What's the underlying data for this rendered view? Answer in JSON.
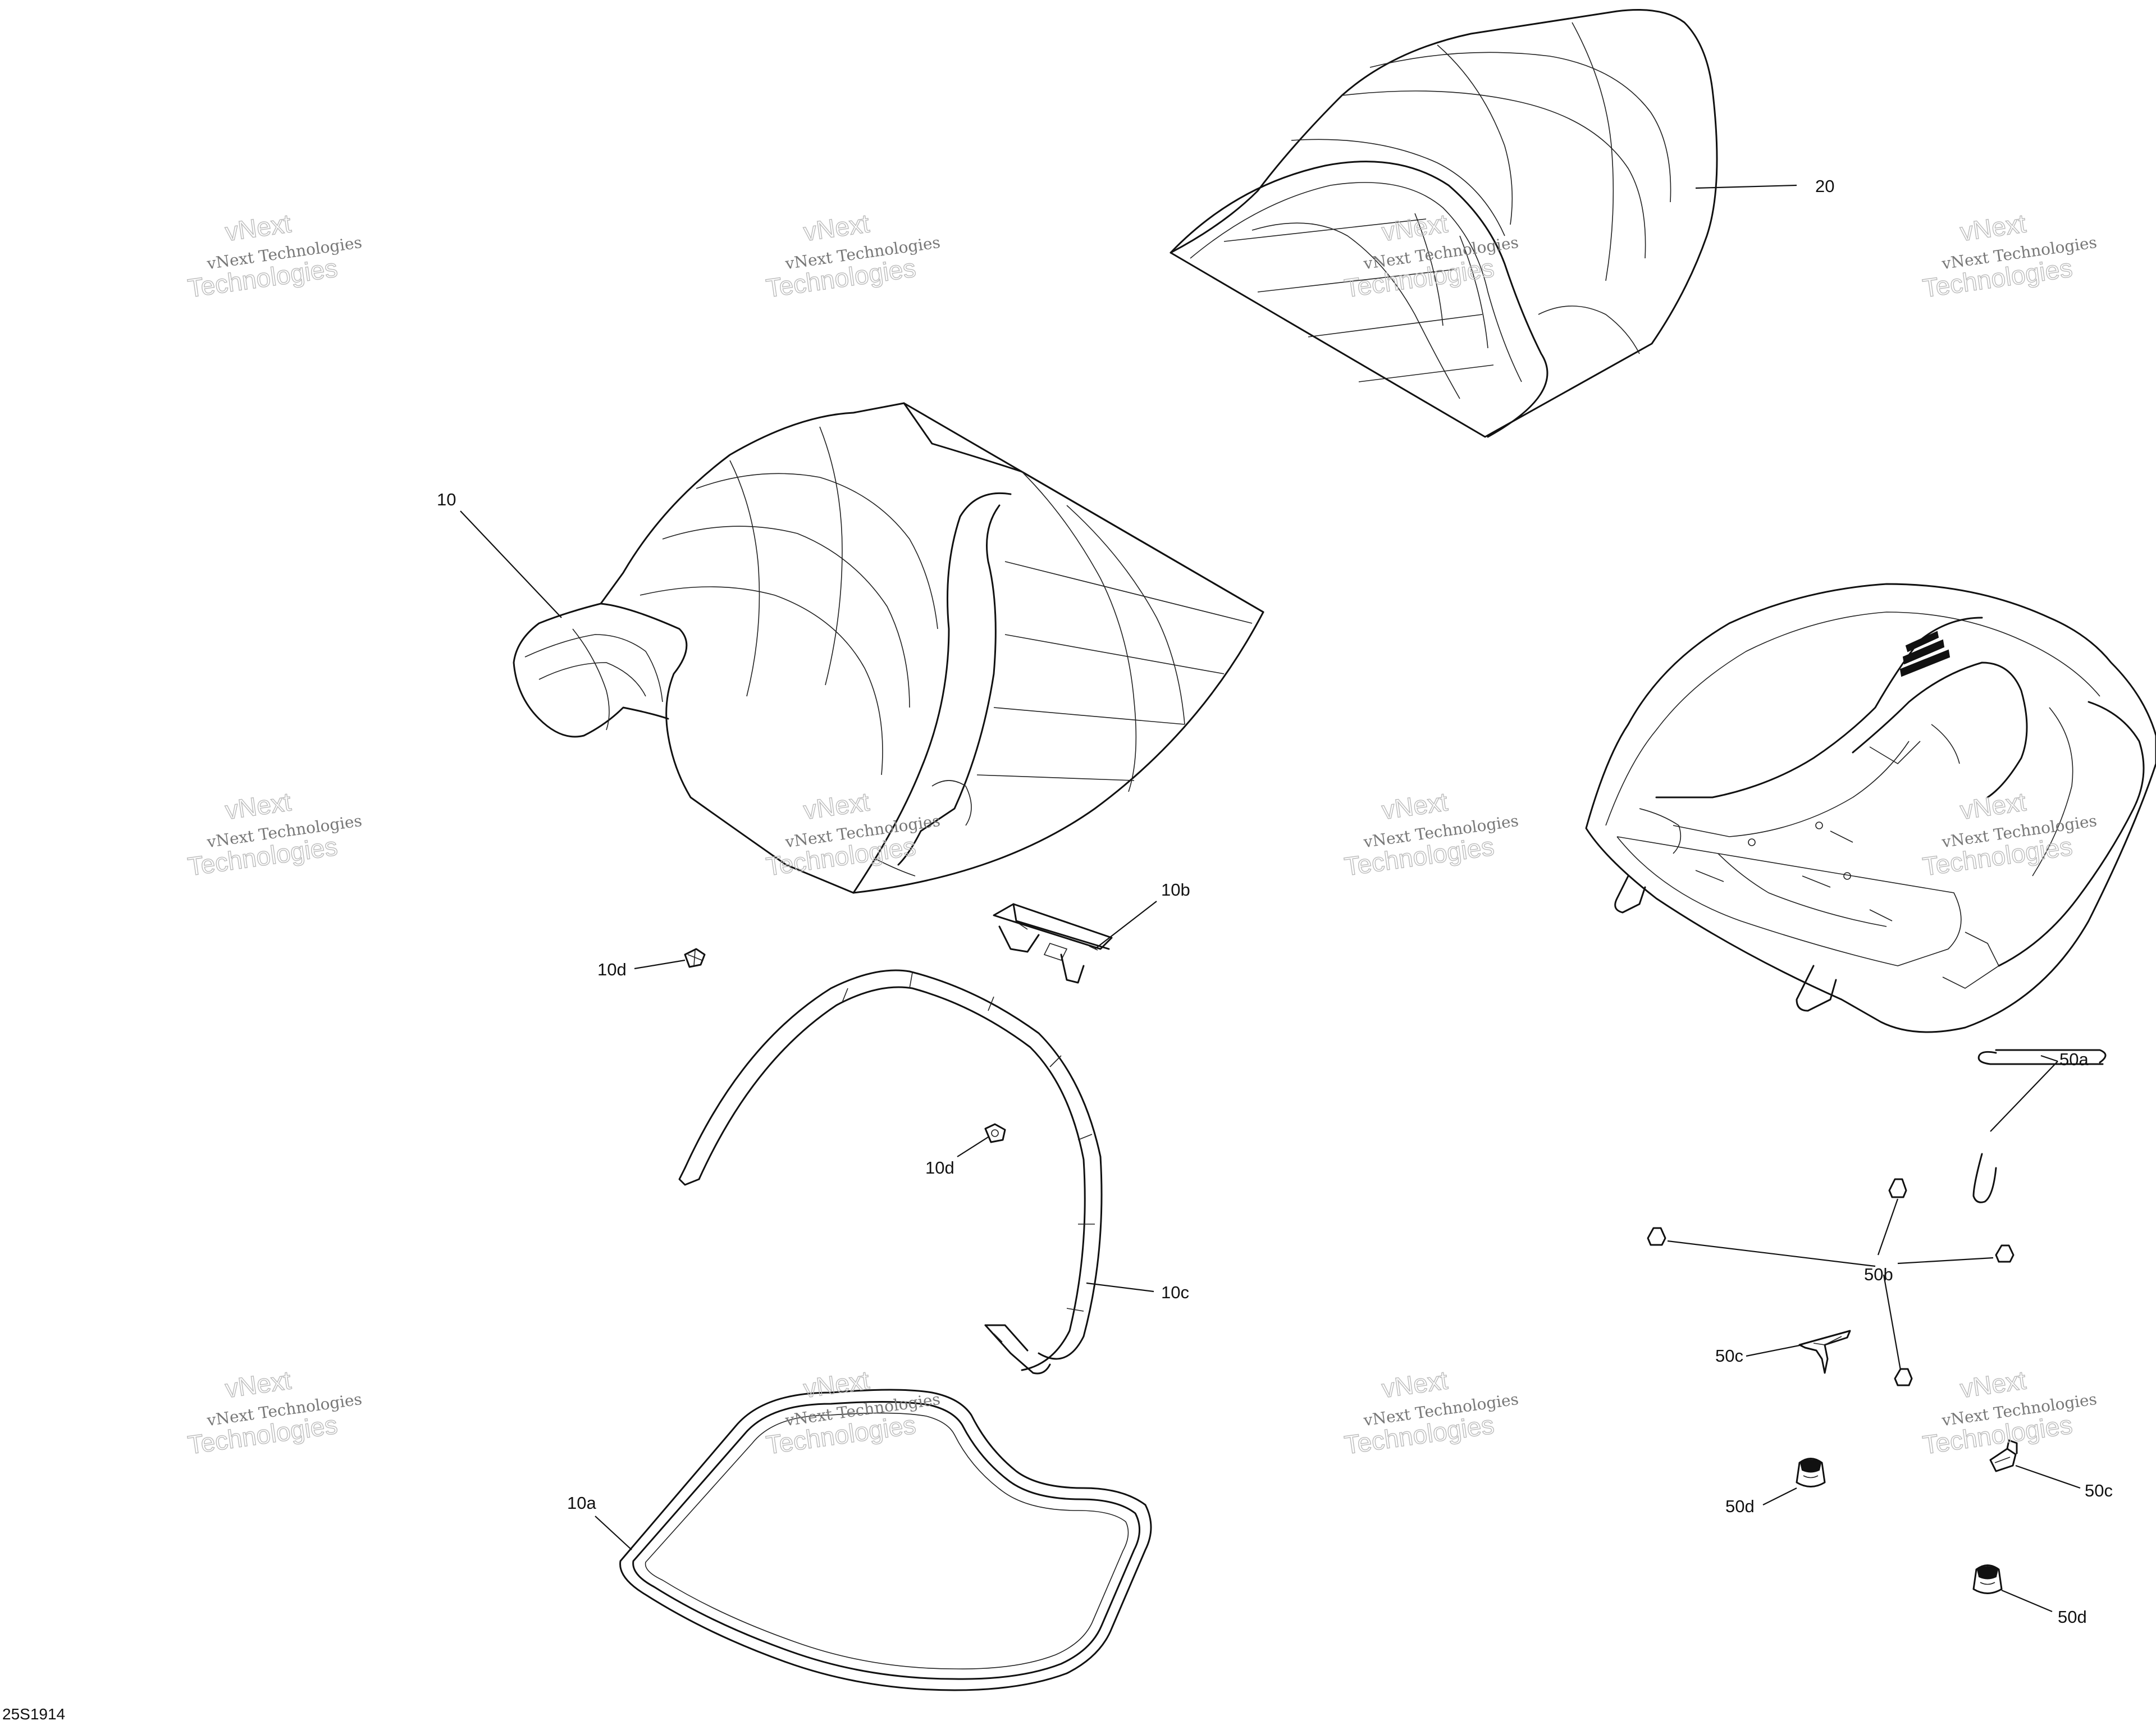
{
  "diagram": {
    "document_id": "25S1914",
    "watermark": {
      "line1": "vNext Technologies",
      "line2": "vNext",
      "line3": "Technologies"
    },
    "callouts": {
      "c20": "20",
      "c10": "10",
      "c10b": "10b",
      "c10d_top": "10d",
      "c10d_mid": "10d",
      "c10c": "10c",
      "c10a": "10a",
      "c50a": "50a",
      "c50b": "50b",
      "c50c_left": "50c",
      "c50c_right": "50c",
      "c50d_left": "50d",
      "c50d_right": "50d"
    }
  }
}
